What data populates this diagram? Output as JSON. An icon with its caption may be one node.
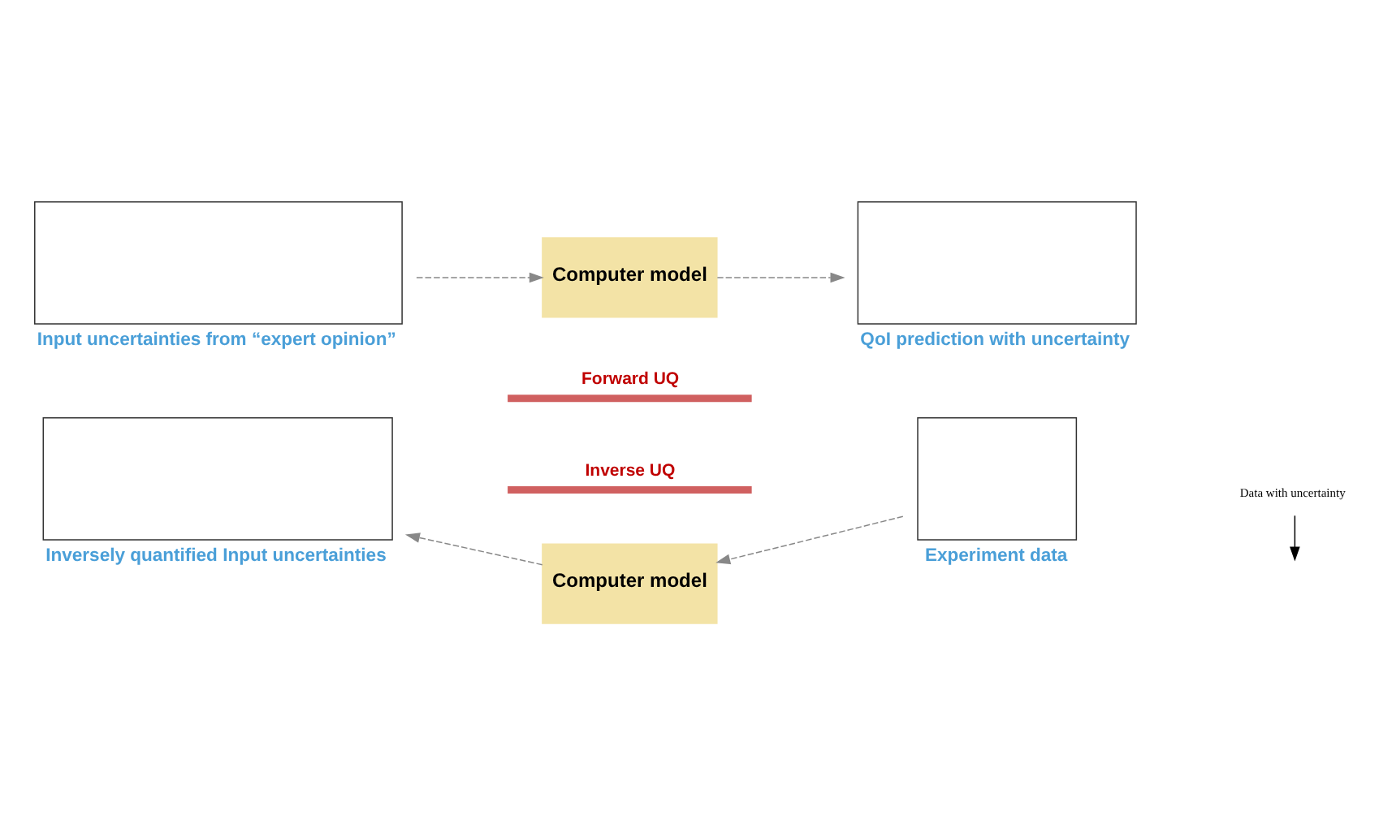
{
  "diagram": {
    "nodes": [
      {
        "text": [],
        "shape": "box",
        "beside": [
          "Input uncertainties from “expert opinion”"
        ]
      },
      {
        "text": [
          "Computer model"
        ]
      },
      {
        "text": [],
        "shape": "box",
        "beside": [
          "QoI prediction with uncertainty"
        ]
      },
      {
        "text": [],
        "shape": "box",
        "beside": [
          "Inversely quantified Input uncertainties"
        ]
      },
      {
        "text": [
          "Computer model"
        ]
      },
      {
        "text": [],
        "shape": "box",
        "beside": [
          "Experiment data"
        ]
      },
      {
        "text": [
          "Data with uncertainty"
        ]
      }
    ],
    "edges": [
      {
        "from": 0,
        "to": 1,
        "arrow": "to",
        "style": "dashed"
      },
      {
        "from": 1,
        "to": 2,
        "arrow": "to",
        "style": "dashed"
      },
      {
        "from": 5,
        "to": 4,
        "arrow": "to",
        "style": "dashed"
      },
      {
        "from": 4,
        "to": 3,
        "arrow": "to",
        "style": "dashed"
      },
      {
        "from": 6,
        "to": null,
        "arrow": "to",
        "color": "#000000"
      }
    ],
    "labels": [
      "Forward UQ",
      "Inverse UQ"
    ]
  }
}
